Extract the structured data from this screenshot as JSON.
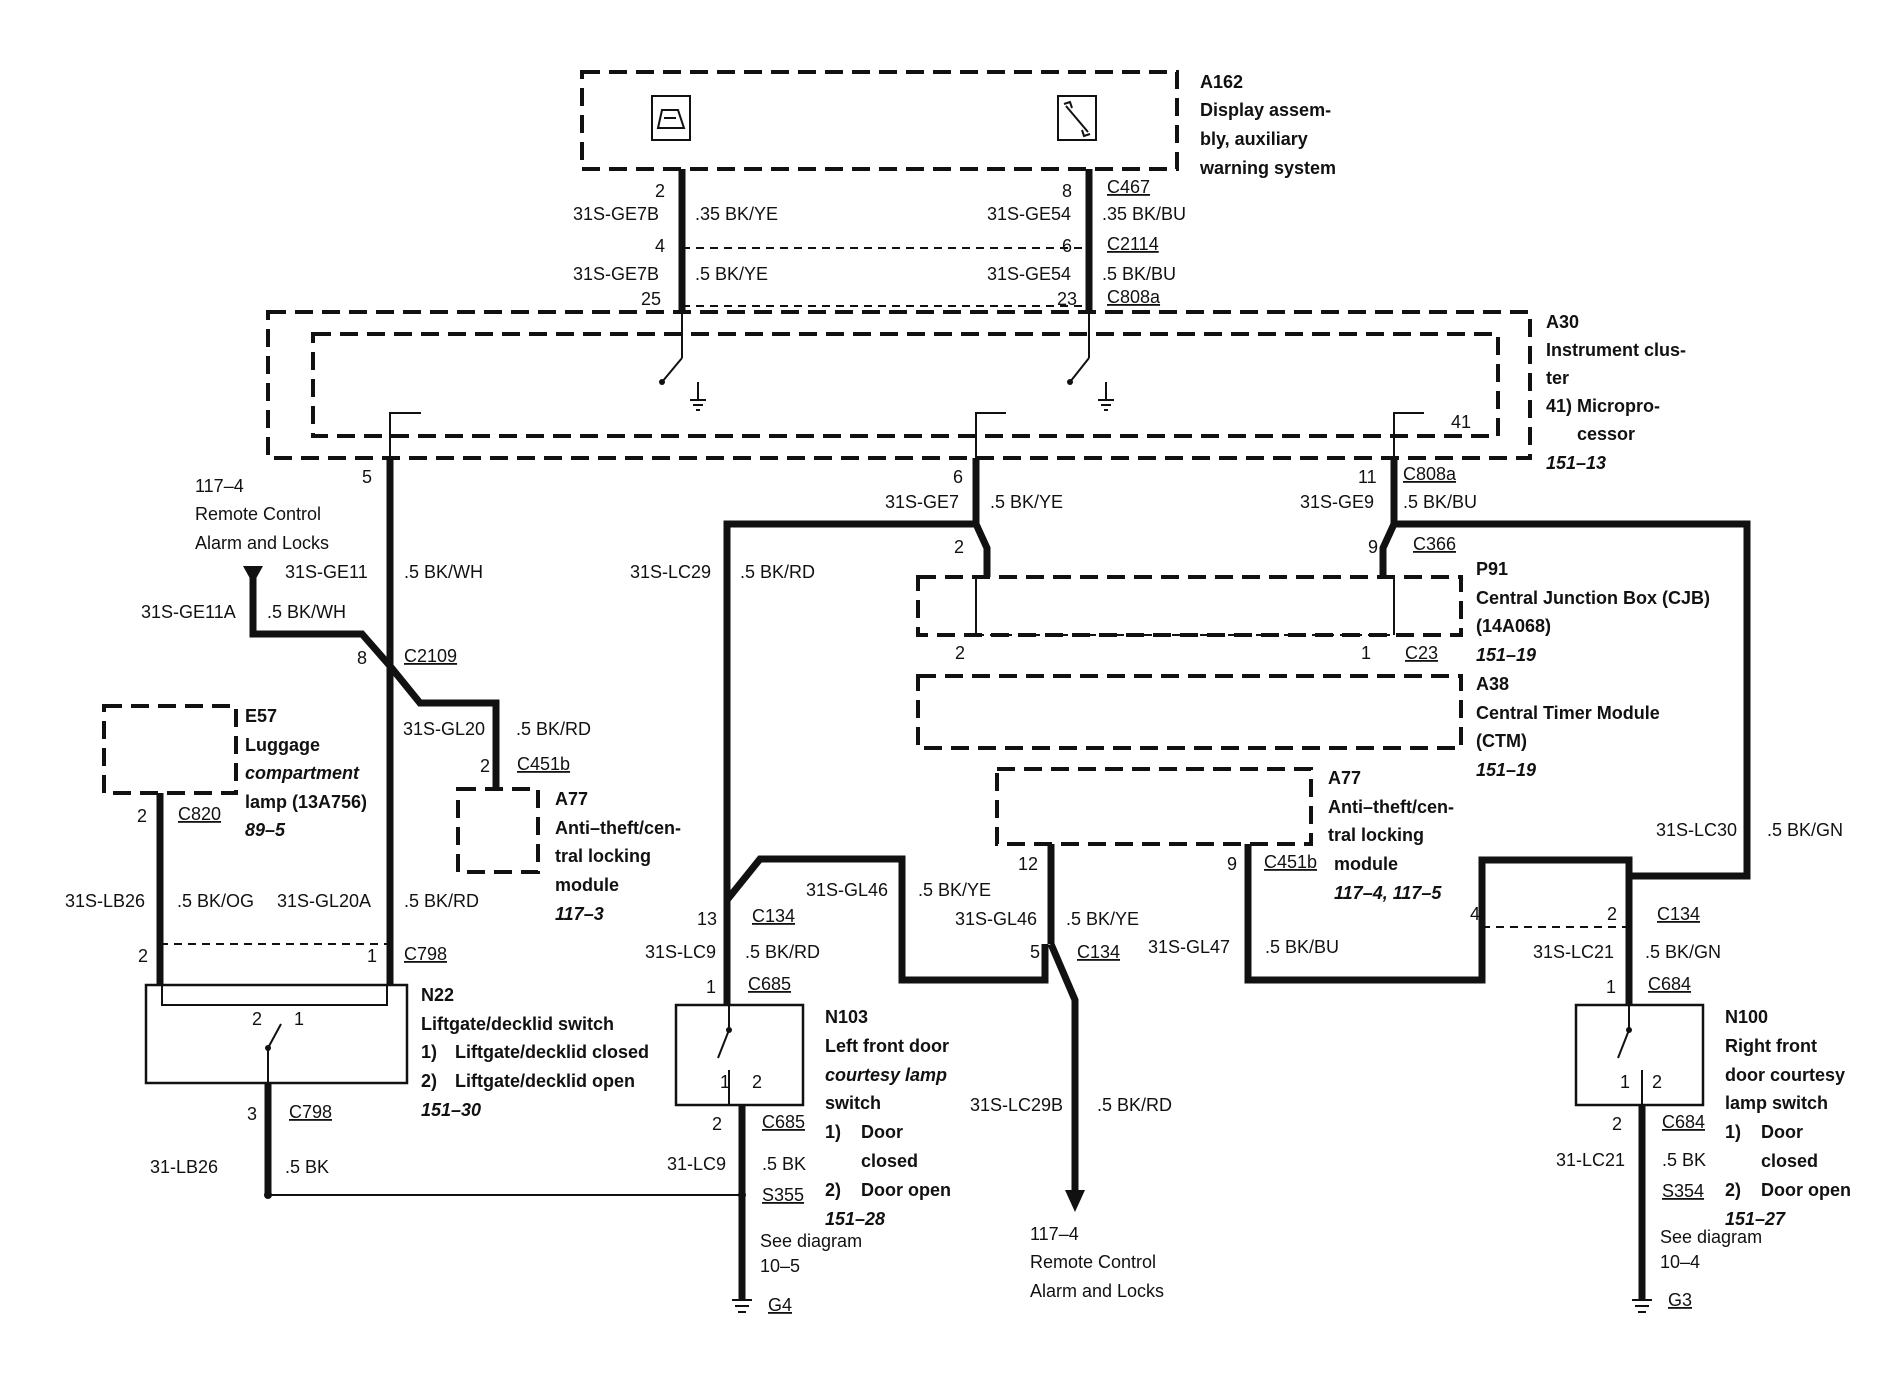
{
  "components": {
    "a162": {
      "id": "A162",
      "l1": "Display assem-",
      "l2": "bly, auxiliary",
      "l3": "warning system"
    },
    "a30": {
      "id": "A30",
      "l1": "Instrument clus-",
      "l2": "ter",
      "l3": "41) Micropro-",
      "l4": "cessor",
      "ref": "151–13",
      "pin": "41"
    },
    "p91": {
      "id": "P91",
      "l1": "Central Junction Box (CJB)",
      "l2": "(14A068)",
      "ref": "151–19"
    },
    "a38": {
      "id": "A38",
      "l1": "Central Timer Module",
      "l2": "(CTM)",
      "ref": "151–19"
    },
    "a77a": {
      "id": "A77",
      "l1": "Anti–theft/cen-",
      "l2": "tral locking",
      "l3": "module",
      "ref": "117–3"
    },
    "a77b": {
      "id": "A77",
      "l1": "Anti–theft/cen-",
      "l2": "tral locking",
      "l3": "module",
      "ref": "117–4, 117–5"
    },
    "e57": {
      "id": "E57",
      "l1": "Luggage",
      "l2": "compartment",
      "l3": "lamp (13A756)",
      "ref": "89–5"
    },
    "n22": {
      "id": "N22",
      "l1": "Liftgate/decklid switch",
      "s1": "1)",
      "s1t": "Liftgate/decklid closed",
      "s2": "2)",
      "s2t": "Liftgate/decklid open",
      "ref": "151–30"
    },
    "n103": {
      "id": "N103",
      "l1": "Left front door",
      "l2": "courtesy lamp",
      "l3": "switch",
      "s1": "1)",
      "s1a": "Door",
      "s1b": "closed",
      "s2": "2)",
      "s2t": "Door open",
      "ref": "151–28"
    },
    "n100": {
      "id": "N100",
      "l1": "Right front",
      "l2": "door courtesy",
      "l3": "lamp switch",
      "s1": "1)",
      "s1a": "Door",
      "s1b": "closed",
      "s2": "2)",
      "s2t": "Door open",
      "ref": "151–27"
    }
  },
  "connectors": {
    "c467": "C467",
    "c2114": "C2114",
    "c808a_top": "C808a",
    "c808a_mid": "C808a",
    "c366": "C366",
    "c23": "C23",
    "c2109": "C2109",
    "c451b_a": "C451b",
    "c451b_b": "C451b",
    "c820": "C820",
    "c798_top": "C798",
    "c798_bot": "C798",
    "c134_a": "C134",
    "c134_b": "C134",
    "c134_c": "C134",
    "c685_top": "C685",
    "c685_bot": "C685",
    "c684_top": "C684",
    "c684_bot": "C684",
    "s355": "S355",
    "s354": "S354",
    "g4": "G4",
    "g3": "G3"
  },
  "pins": {
    "p2a": "2",
    "p8a": "8",
    "p4": "4",
    "p6a": "6",
    "p25": "25",
    "p23": "23",
    "p5a": "5",
    "p6b": "6",
    "p11": "11",
    "p2b": "2",
    "p9a": "9",
    "p2c": "2",
    "p1a": "1",
    "p8b": "8",
    "p2d": "2",
    "p2e": "2",
    "p2f": "2",
    "p1b": "1",
    "p12": "12",
    "p9b": "9",
    "p13": "13",
    "p5b": "5",
    "p4b": "4",
    "p2g": "2",
    "p1c": "1",
    "p1d": "1",
    "p3": "3",
    "p2h": "2",
    "p2i": "2",
    "sw1_2": "2",
    "sw1_1": "1",
    "sw2_1": "1",
    "sw2_2": "2",
    "sw3_1": "1",
    "sw3_2": "2"
  },
  "wires": {
    "w1": "31S-GE7B",
    "w1s": ".35 BK/YE",
    "w2": "31S-GE54",
    "w2s": ".35 BK/BU",
    "w3": "31S-GE7B",
    "w3s": ".5 BK/YE",
    "w4": "31S-GE54",
    "w4s": ".5 BK/BU",
    "w5": "31S-GE7",
    "w5s": ".5 BK/YE",
    "w6": "31S-GE9",
    "w6s": ".5 BK/BU",
    "w7": "31S-GE11",
    "w7s": ".5 BK/WH",
    "w8": "31S-GE11A",
    "w8s": ".5 BK/WH",
    "w9": "31S-GL20",
    "w9s": ".5 BK/RD",
    "w10": "31S-LB26",
    "w10s": ".5 BK/OG",
    "w11": "31S-GL20A",
    "w11s": ".5 BK/RD",
    "w12": "31S-LC29",
    "w12s": ".5 BK/RD",
    "w13": "31S-GL46",
    "w13s": ".5 BK/YE",
    "w14": "31S-GL46",
    "w14s": ".5 BK/YE",
    "w15": "31S-LC9",
    "w15s": ".5 BK/RD",
    "w16": "31S-GL47",
    "w16s": ".5 BK/BU",
    "w17": "31S-LC30",
    "w17s": ".5 BK/GN",
    "w18": "31S-LC21",
    "w18s": ".5 BK/GN",
    "w19": "31-LB26",
    "w19s": ".5 BK",
    "w20": "31-LC9",
    "w20s": ".5 BK",
    "w21": "31-LC21",
    "w21s": ".5 BK",
    "w22": "31S-LC29B",
    "w22s": ".5 BK/RD"
  },
  "refs": {
    "r1a": "117–4",
    "r1b": "Remote Control",
    "r1c": "Alarm and Locks",
    "r2a": "117–4",
    "r2b": "Remote Control",
    "r2c": "Alarm and Locks",
    "see1a": "See diagram",
    "see1b": "10–5",
    "see2a": "See diagram",
    "see2b": "10–4"
  }
}
